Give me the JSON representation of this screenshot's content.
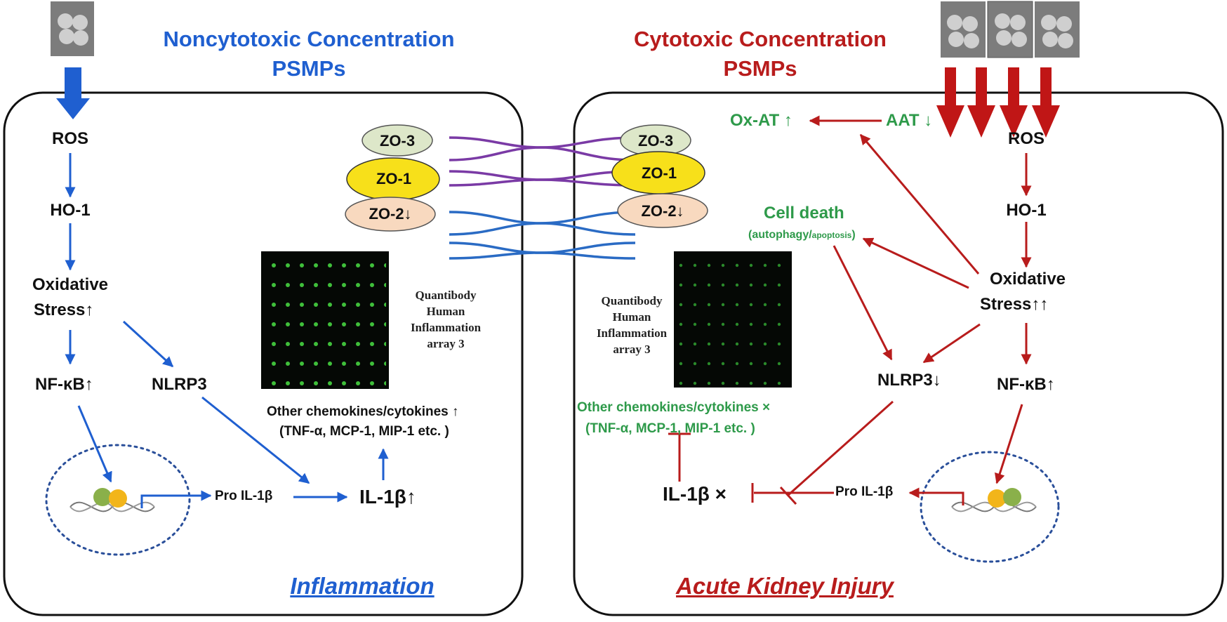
{
  "left": {
    "title_line1": "Noncytotoxic Concentration",
    "title_line2": "PSMPs",
    "ros": "ROS",
    "ho1": "HO-1",
    "oxidative": "Oxidative",
    "stress": "Stress↑",
    "nfkb": "NF-κB↑",
    "nlrp3": "NLRP3",
    "pro_il1b": "Pro IL-1β",
    "il1b": "IL-1β↑",
    "chemokines": "Other chemokines/cytokines ↑",
    "chemokines_examples": "(TNF-α, MCP-1, MIP-1 etc. )",
    "array_line1": "Quantibody",
    "array_line2": "Human",
    "array_line3": "Inflammation",
    "array_line4": "array 3",
    "outcome": "Inflammation"
  },
  "right": {
    "title_line1": "Cytotoxic Concentration",
    "title_line2": "PSMPs",
    "ros": "ROS",
    "ho1": "HO-1",
    "oxidative": "Oxidative",
    "stress": "Stress↑↑",
    "nfkb": "NF-κB↑",
    "nlrp3": "NLRP3↓",
    "ox_at": "Ox-AT ↑",
    "aat": "AAT ↓",
    "cell_death": "Cell death",
    "cell_death_detail_open": "(autophagy/",
    "cell_death_detail_mid": "apoptosis",
    "cell_death_detail_close": ")",
    "pro_il1b": "Pro IL-1β",
    "il1b": "IL-1β ×",
    "chemokines": "Other chemokines/cytokines ×",
    "chemokines_examples": "(TNF-α, MCP-1, MIP-1 etc. )",
    "array_line1": "Quantibody",
    "array_line2": "Human",
    "array_line3": "Inflammation",
    "array_line4": "array 3",
    "outcome": "Acute Kidney Injury"
  },
  "junction": {
    "zo3": "ZO-3",
    "zo1": "ZO-1",
    "zo2": "ZO-2↓"
  },
  "colors": {
    "blue": "#1f5fd0",
    "red": "#b81c1c",
    "green": "#2e9a4a",
    "zo3_fill": "#dde7c9",
    "zo1_fill": "#f7e01a",
    "zo2_fill": "#f8d9bf",
    "purple": "#7a3aa5"
  }
}
